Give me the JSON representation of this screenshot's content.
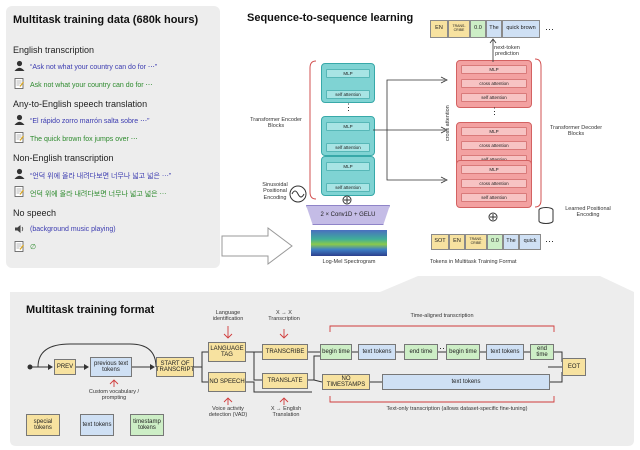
{
  "data_panel": {
    "title": "Multitask training data (680k hours)",
    "sections": [
      {
        "heading": "English transcription",
        "quote": "“Ask not what your country can do for ⋯”",
        "output": "Ask not what your country can do for ⋯"
      },
      {
        "heading": "Any-to-English speech translation",
        "quote": "“El rápido zorro marrón salta sobre ⋯”",
        "output": "The quick brown fox jumps over ⋯"
      },
      {
        "heading": "Non-English transcription",
        "quote": "“언덕 위에 올라 내려다보면 너무나 넓고 넓은 ⋯”",
        "output": "언덕 위에 올라 내려다보면 너무나 넓고 넓은 ⋯"
      },
      {
        "heading": "No speech",
        "quote": "(background music playing)",
        "output": "∅"
      }
    ]
  },
  "s2s": {
    "title": "Sequence-to-sequence learning",
    "top_tokens": [
      "EN",
      "TRANS-CRIBE",
      "0.0",
      "The",
      "quick brown",
      "⋯"
    ],
    "next_token_label": "next-token prediction",
    "bottom_tokens": [
      "SOT",
      "EN",
      "TRANS-CRIBE",
      "0.0",
      "The",
      "quick",
      "⋯"
    ],
    "bottom_caption": "Tokens in Multitask Training Format",
    "spectrogram_caption": "Log-Mel Spectrogram",
    "conv_label": "2 × Conv1D + GELU",
    "encoder_label": "Transformer Encoder Blocks",
    "decoder_label": "Transformer Decoder Blocks",
    "sinusoidal_label": "Sinusoidal Positional Encoding",
    "learned_label": "Learned Positional Encoding",
    "cross_attention_label": "cross attention",
    "mlp": "MLP",
    "self_attention": "self attention",
    "cross_attention": "cross attention",
    "dots": "⋮"
  },
  "format": {
    "title": "Multitask training format",
    "prev": "PREV",
    "prev_text": "previous text tokens",
    "custom_vocab": "Custom vocabulary / prompting",
    "sot": "START OF TRANSCRIPT",
    "lang_id": "Language identification",
    "lang_tag": "LANGUAGE TAG",
    "no_speech": "NO SPEECH",
    "vad": "Voice activity detection (VAD)",
    "x_to_x": "X → X Transcription",
    "transcribe": "TRANSCRIBE",
    "translate": "TRANSLATE",
    "x_to_en": "X → English Translation",
    "time_aligned": "Time-aligned transcription",
    "begin_time": "begin time",
    "text_tokens": "text tokens",
    "end_time": "end time",
    "dots": "⋯",
    "no_timestamps": "NO TIMESTAMPS",
    "eot": "EOT",
    "text_only": "Text-only transcription (allows dataset-specific fine-tuning)",
    "legend": [
      "special tokens",
      "text tokens",
      "timestamp tokens"
    ]
  }
}
